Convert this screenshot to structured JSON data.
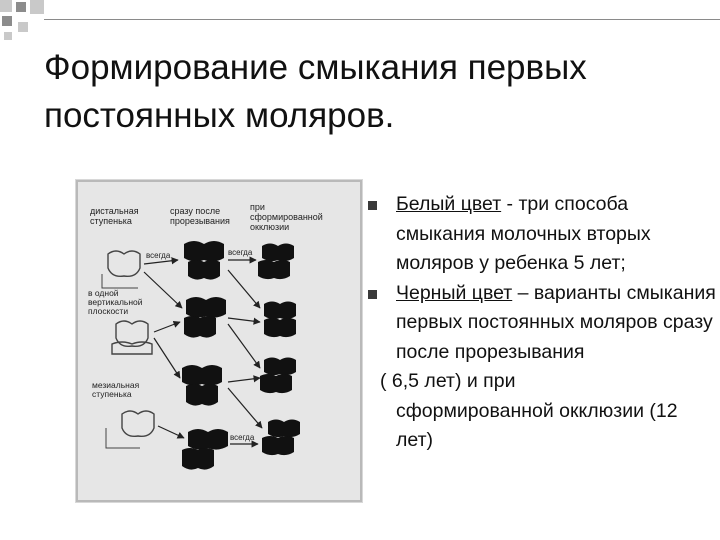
{
  "slide": {
    "title": "Формирование смыкания первых постоянных моляров.",
    "bullets": [
      {
        "lead": "Белый цвет",
        "rest": " - три способа смыкания молочных вторых моляров у ребенка 5 лет;"
      },
      {
        "lead": "Черный цвет",
        "rest": " – варианты смыкания первых постоянных моляров сразу после прорезывания",
        "continuation_1": "( 6,5 лет) и при",
        "continuation_2": "сформированной окклюзии (12 лет)"
      }
    ]
  },
  "figure": {
    "col_headers": {
      "left": "дистальная ступенька",
      "middle": "сразу после прорезывания",
      "right": "при сформированной окклюзии"
    },
    "row_labels": {
      "middle": "в одной вертикальной плоскости",
      "bottom": "мезиальная ступенька"
    },
    "arrow_label": "всегда"
  },
  "colors": {
    "bullet": "#3a3a3a",
    "rule": "#8a8a8a",
    "corner_light": "#c9c9c9",
    "corner_mid": "#8c8c8c",
    "photo_bg": "#e6e6e6"
  }
}
